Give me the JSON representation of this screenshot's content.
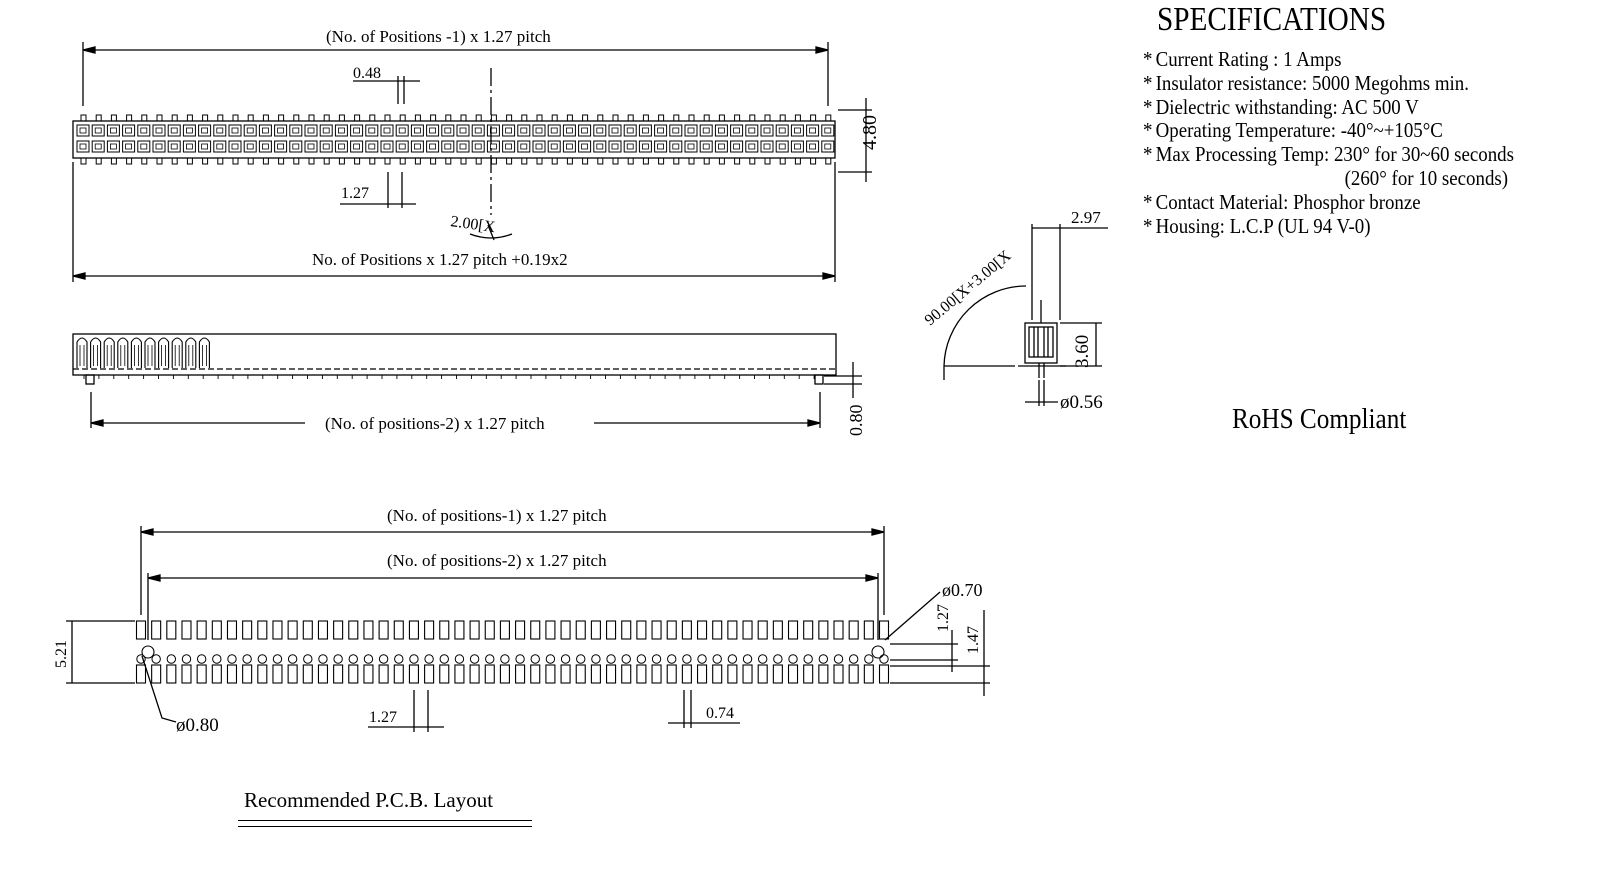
{
  "specifications": {
    "title": "SPECIFICATIONS",
    "items": [
      "Current Rating : 1 Amps",
      "Insulator resistance: 5000 Megohms min.",
      "Dielectric withstanding: AC 500 V",
      "Operating Temperature: -40°~+105°C",
      "Max Processing Temp: 230° for 30~60 seconds",
      "Contact Material: Phosphor bronze",
      "Housing: L.C.P (UL 94 V-0)"
    ],
    "item_continuation": "(260° for 10 seconds)",
    "bullet": "*"
  },
  "rohs": "RoHS Compliant",
  "pcb_caption": "Recommended P.C.B. Layout",
  "top_view": {
    "dim_top": "(No. of Positions -1) x 1.27 pitch",
    "dim_048": "0.48",
    "dim_127": "1.27",
    "dim_angle": "2.00[X",
    "dim_bottom": "No. of Positions x 1.27 pitch +0.19x2",
    "dim_height": "4.80"
  },
  "side_view": {
    "dim_bottom": "(No. of positions-2) x 1.27 pitch",
    "dim_height": "0.80"
  },
  "end_view": {
    "dim_angle": "90.00[X+3.00[X",
    "dim_297": "2.97",
    "dim_360": "3.60",
    "dim_056": "ø0.56"
  },
  "pcb": {
    "dim_top": "(No. of positions-1) x 1.27 pitch",
    "dim_second": "(No. of positions-2) x 1.27 pitch",
    "dim_070": "ø0.70",
    "dim_127_v": "1.27",
    "dim_147": "1.47",
    "dim_521": "5.21",
    "dim_080": "ø0.80",
    "dim_127_h": "1.27",
    "dim_074": "0.74"
  }
}
